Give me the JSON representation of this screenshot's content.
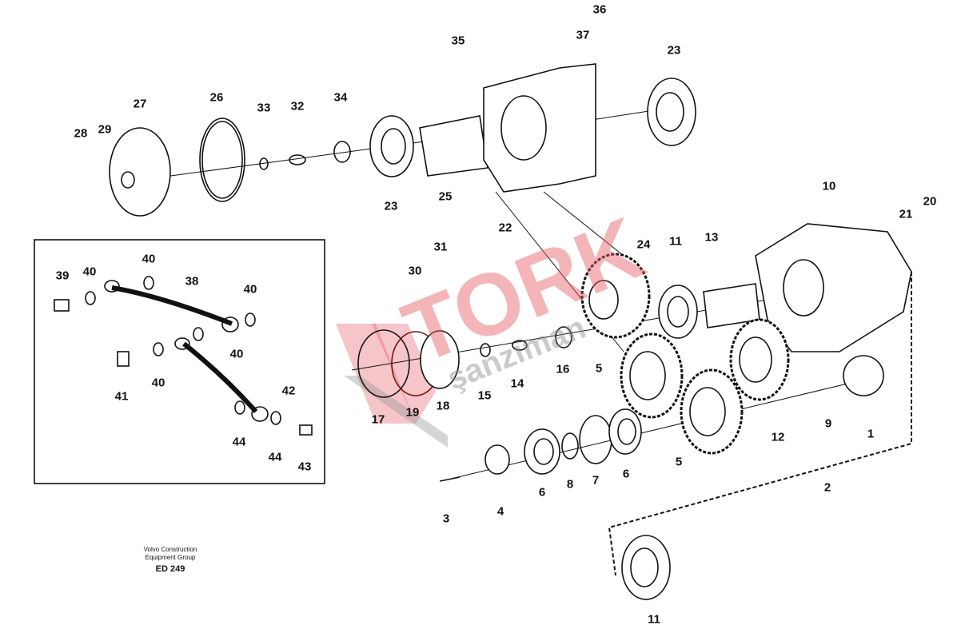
{
  "footer": {
    "company_line1": "Volvo Construction",
    "company_line2": "Equipment Group",
    "code": "ED 249"
  },
  "watermark": {
    "brand": "TORK",
    "sub": "şanzıman"
  },
  "callouts": [
    {
      "n": "36"
    },
    {
      "n": "37"
    },
    {
      "n": "35"
    },
    {
      "n": "23"
    },
    {
      "n": "27"
    },
    {
      "n": "26"
    },
    {
      "n": "33"
    },
    {
      "n": "32"
    },
    {
      "n": "34"
    },
    {
      "n": "28"
    },
    {
      "n": "29"
    },
    {
      "n": "23"
    },
    {
      "n": "25"
    },
    {
      "n": "22"
    },
    {
      "n": "31"
    },
    {
      "n": "30"
    },
    {
      "n": "10"
    },
    {
      "n": "21"
    },
    {
      "n": "20"
    },
    {
      "n": "24"
    },
    {
      "n": "11"
    },
    {
      "n": "13"
    },
    {
      "n": "39"
    },
    {
      "n": "40"
    },
    {
      "n": "40"
    },
    {
      "n": "38"
    },
    {
      "n": "40"
    },
    {
      "n": "40"
    },
    {
      "n": "41"
    },
    {
      "n": "40"
    },
    {
      "n": "42"
    },
    {
      "n": "44"
    },
    {
      "n": "44"
    },
    {
      "n": "43"
    },
    {
      "n": "17"
    },
    {
      "n": "19"
    },
    {
      "n": "18"
    },
    {
      "n": "15"
    },
    {
      "n": "14"
    },
    {
      "n": "16"
    },
    {
      "n": "5"
    },
    {
      "n": "5"
    },
    {
      "n": "9"
    },
    {
      "n": "12"
    },
    {
      "n": "1"
    },
    {
      "n": "2"
    },
    {
      "n": "3"
    },
    {
      "n": "4"
    },
    {
      "n": "6"
    },
    {
      "n": "8"
    },
    {
      "n": "7"
    },
    {
      "n": "6"
    },
    {
      "n": "11"
    }
  ]
}
